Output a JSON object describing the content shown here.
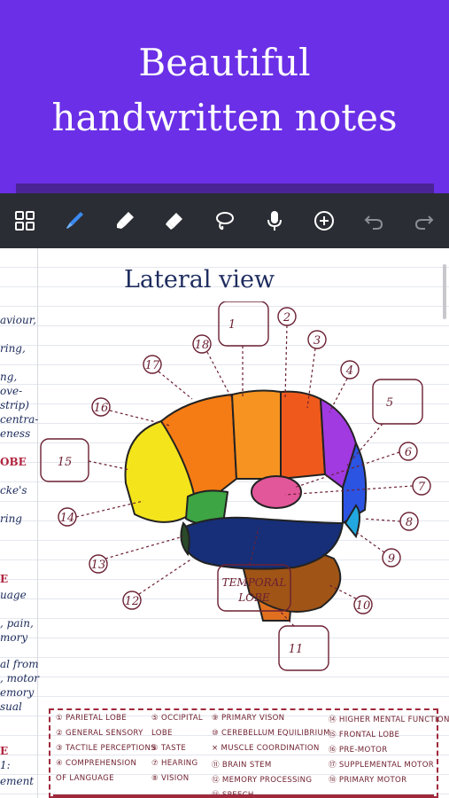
{
  "hero": {
    "line1": "Beautiful",
    "line2": "handwritten notes"
  },
  "toolbar": {
    "tools": [
      {
        "name": "grid-icon"
      },
      {
        "name": "pen-icon",
        "active": true
      },
      {
        "name": "highlighter-icon"
      },
      {
        "name": "eraser-icon"
      },
      {
        "name": "lasso-icon"
      },
      {
        "name": "microphone-icon"
      },
      {
        "name": "add-icon"
      },
      {
        "name": "undo-icon"
      },
      {
        "name": "redo-icon"
      }
    ]
  },
  "page": {
    "title": "Lateral view",
    "left_notes": [
      "aviour,",
      "ring,",
      "ng,",
      "ove-",
      "strip)",
      "centra-",
      "eness",
      "OBE",
      "cke's",
      "ring",
      "E",
      "uage",
      ", pain,",
      "mory",
      "al from",
      ", motor",
      "emory",
      "sual",
      "E",
      "1:",
      "ement"
    ],
    "labels": {
      "n1": "1",
      "n2": "2",
      "n3": "3",
      "n4": "4",
      "n5": "5",
      "n6": "6",
      "n7": "7",
      "n8": "8",
      "n9": "9",
      "n10": "10",
      "n11": "11",
      "n12": "12",
      "n13": "13",
      "n14": "14",
      "n15": "15",
      "n16": "16",
      "n17": "17",
      "n18": "18",
      "temporal1": "TEMPORAL",
      "temporal2": "LOBE"
    },
    "legend": {
      "col1": [
        "① PARIETAL LOBE",
        "② GENERAL SENSORY",
        "③ TACTILE PERCEPTIONS",
        "④ COMPREHENSION",
        "   OF LANGUAGE"
      ],
      "col2": [
        "⑤ OCCIPITAL",
        "   LOBE",
        "⑥ TASTE",
        "⑦ HEARING",
        "⑧ VISION"
      ],
      "col3": [
        "⑨ PRIMARY VISON",
        "⑩ CEREBELLUM EQUILIBRIUM",
        "   × MUSCLE COORDINATION",
        "⑪ BRAIN STEM",
        "⑫ MEMORY PROCESSING",
        "⑬ SPEECH"
      ],
      "col4": [
        "⑭ HIGHER MENTAL FUNCTIONS",
        "⑮ FRONTAL LOBE",
        "⑯ PRE-MOTOR",
        "⑰ SUPPLEMENTAL MOTOR",
        "⑱ PRIMARY MOTOR"
      ]
    }
  }
}
